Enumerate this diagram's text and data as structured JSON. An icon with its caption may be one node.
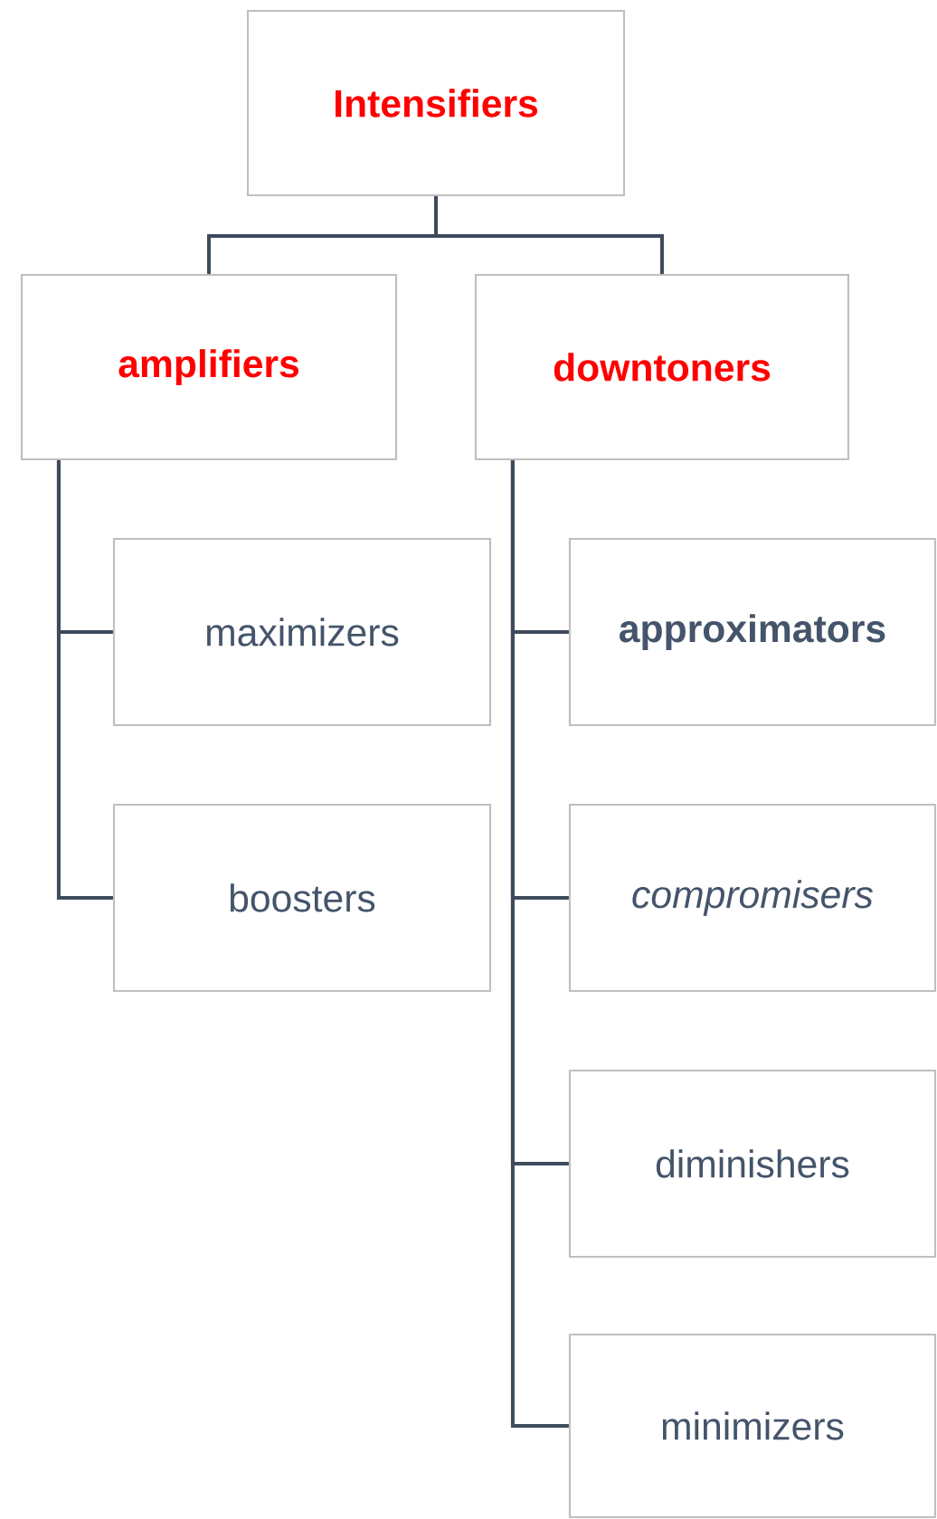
{
  "diagram": {
    "nodes": [
      {
        "text": [
          "Intensifiers"
        ]
      },
      {
        "text": [
          "amplifiers"
        ]
      },
      {
        "text": [
          "downtoners"
        ]
      },
      {
        "text": [
          "maximizers"
        ]
      },
      {
        "text": [
          "boosters"
        ]
      },
      {
        "text": [
          "approximators"
        ]
      },
      {
        "text": [
          "compromisers"
        ]
      },
      {
        "text": [
          "diminishers"
        ]
      },
      {
        "text": [
          "minimizers"
        ]
      }
    ],
    "edges": [
      {
        "from": 0,
        "to": 1,
        "arrow": "none"
      },
      {
        "from": 0,
        "to": 2,
        "arrow": "none"
      },
      {
        "from": 1,
        "to": 3,
        "arrow": "none"
      },
      {
        "from": 1,
        "to": 4,
        "arrow": "none"
      },
      {
        "from": 2,
        "to": 5,
        "arrow": "none"
      },
      {
        "from": 2,
        "to": 6,
        "arrow": "none"
      },
      {
        "from": 2,
        "to": 7,
        "arrow": "none"
      },
      {
        "from": 2,
        "to": 8,
        "arrow": "none"
      }
    ]
  }
}
